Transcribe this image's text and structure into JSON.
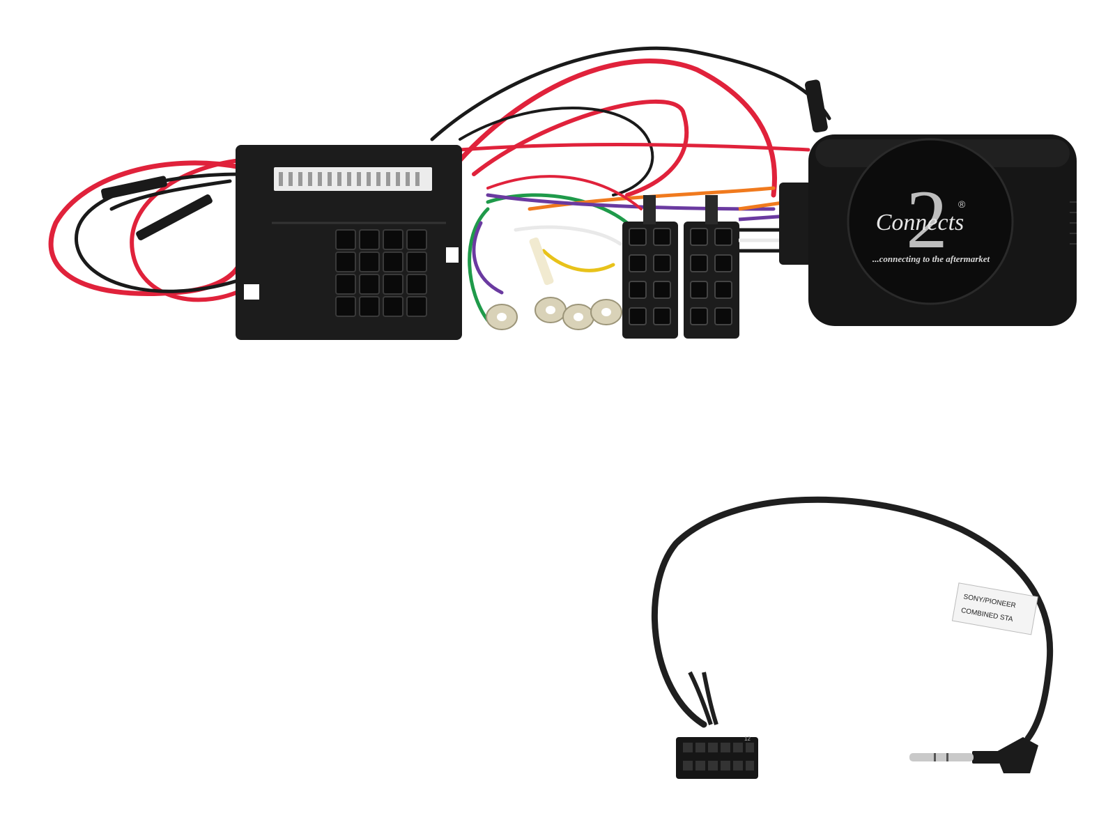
{
  "photo": {
    "background": "#ffffff",
    "colors": {
      "wire_red": "#e0223b",
      "wire_black": "#1a1a1a",
      "wire_green": "#1f9a4a",
      "wire_orange": "#f07a1e",
      "wire_purple": "#6a3aa0",
      "wire_yellow": "#e8c21a",
      "wire_white": "#e9e9e9",
      "connector_body": "#1c1c1c",
      "module_body": "#161616",
      "ring_terminal": "#d9d2b8"
    }
  },
  "interface_module": {
    "brand_logo_text": "Connects",
    "brand_logo_numeral": "2",
    "registered_mark": "®",
    "tagline": "...connecting to the aftermarket"
  },
  "patch_lead": {
    "label_line_1": "SONY/PIONEER",
    "label_line_2": "COMBINED STA",
    "plug_type_icon": "3.5mm-jack-plug-icon",
    "connector_pin_label": "12"
  }
}
